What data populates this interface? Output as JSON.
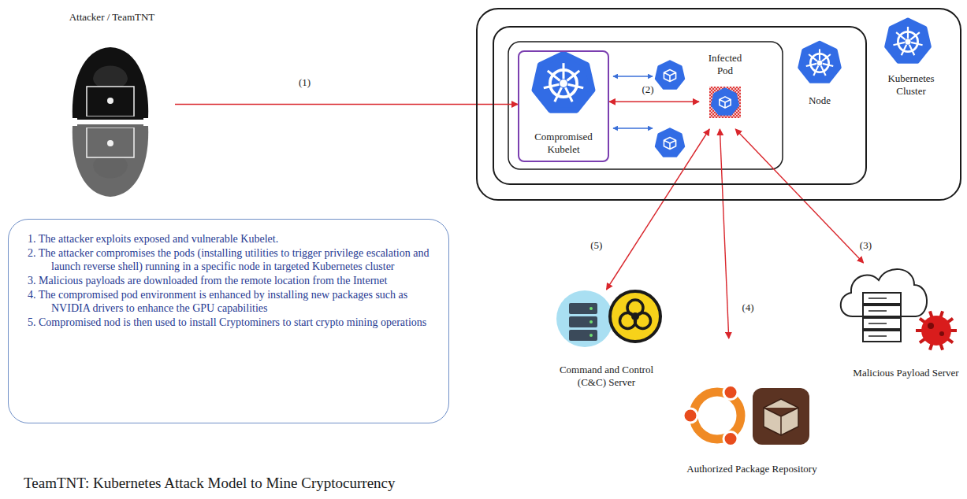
{
  "diagram": {
    "caption": "TeamTNT: Kubernetes Attack Model to Mine Cryptocurrency",
    "nodes": [
      {
        "text": [
          "Attacker / TeamTNT"
        ]
      },
      {
        "text": [
          "Kubernetes Cluster"
        ]
      },
      {
        "text": [
          "Node"
        ],
        "in": 1
      },
      {
        "text": [
          "Compromised Kubelet"
        ],
        "in": 2
      },
      {
        "text": [
          "Infected Pod"
        ],
        "in": 2
      },
      {
        "text": [
          "Command and Control (C&C) Server"
        ]
      },
      {
        "text": [
          "Authorized Package Repository"
        ]
      },
      {
        "text": [
          "Malicious Payload Server"
        ]
      },
      {
        "text": [
          "1. The attacker exploits exposed and vulnerable Kubelet.",
          "2. The attacker compromises the pods (installing utilities to trigger privilege escalation and launch reverse shell) running in a specific node in targeted Kubernetes cluster",
          "3. Malicious payloads are downloaded from the remote location from the Internet",
          "4. The compromised pod environment is enhanced by installing new packages such as NVIDIA drivers to enhance the GPU capabilities",
          "5. Compromised nod is then used to install Cryptominers to start crypto mining operations"
        ]
      }
    ],
    "edges": [
      {
        "from": 0,
        "to": 3,
        "arrow": "to",
        "label": "(1)"
      },
      {
        "from": 3,
        "to": 4,
        "arrow": "both",
        "label": "(2)"
      },
      {
        "from": 4,
        "to": 7,
        "arrow": "both",
        "label": "(3)"
      },
      {
        "from": 4,
        "to": 6,
        "arrow": "both",
        "label": "(4)"
      },
      {
        "from": 4,
        "to": 5,
        "arrow": "both",
        "label": "(5)"
      }
    ]
  }
}
